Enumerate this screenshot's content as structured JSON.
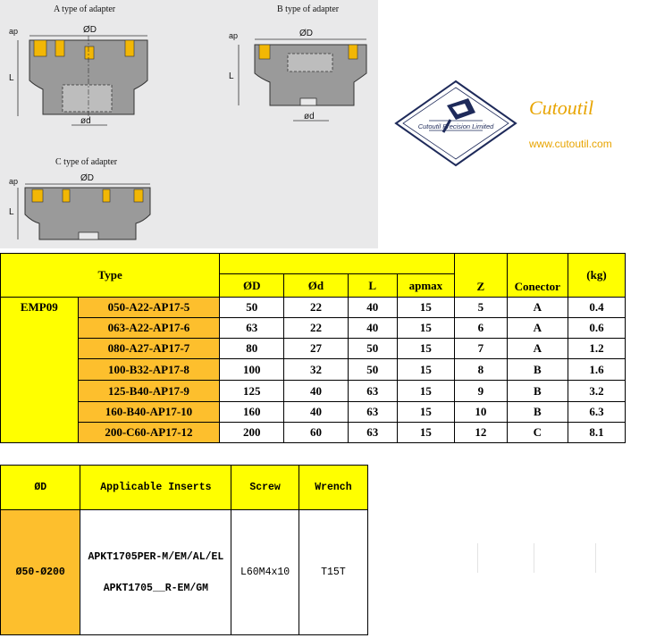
{
  "drawings": {
    "a_title": "A type of adapter",
    "b_title": "B type of adapter",
    "c_title": "C type of adapter",
    "label_ap": "ap",
    "label_D": "ØD",
    "label_d": "ød",
    "label_L": "L"
  },
  "logo": {
    "ring_text": "Cutoutil Precision Limited",
    "brand": "Cutoutil",
    "website": "www.cutoutil.com",
    "accent_color": "#e8a400"
  },
  "spec_table": {
    "type_header": "Type",
    "columns": [
      "ØD",
      "Ød",
      "L",
      "apmax",
      "Z",
      "Conector",
      "(kg)"
    ],
    "series": "EMP09",
    "rows": [
      {
        "code": "050-A22-AP17-5",
        "D": "50",
        "d": "22",
        "L": "40",
        "apmax": "15",
        "Z": "5",
        "conector": "A",
        "kg": "0.4"
      },
      {
        "code": "063-A22-AP17-6",
        "D": "63",
        "d": "22",
        "L": "40",
        "apmax": "15",
        "Z": "6",
        "conector": "A",
        "kg": "0.6"
      },
      {
        "code": "080-A27-AP17-7",
        "D": "80",
        "d": "27",
        "L": "50",
        "apmax": "15",
        "Z": "7",
        "conector": "A",
        "kg": "1.2"
      },
      {
        "code": "100-B32-AP17-8",
        "D": "100",
        "d": "32",
        "L": "50",
        "apmax": "15",
        "Z": "8",
        "conector": "B",
        "kg": "1.6"
      },
      {
        "code": "125-B40-AP17-9",
        "D": "125",
        "d": "40",
        "L": "63",
        "apmax": "15",
        "Z": "9",
        "conector": "B",
        "kg": "3.2"
      },
      {
        "code": "160-B40-AP17-10",
        "D": "160",
        "d": "40",
        "L": "63",
        "apmax": "15",
        "Z": "10",
        "conector": "B",
        "kg": "6.3"
      },
      {
        "code": "200-C60-AP17-12",
        "D": "200",
        "d": "60",
        "L": "63",
        "apmax": "15",
        "Z": "12",
        "conector": "C",
        "kg": "8.1"
      }
    ]
  },
  "insert_table": {
    "headers": {
      "od": "ØD",
      "inserts": "Applicable Inserts",
      "screw": "Screw",
      "wrench": "Wrench"
    },
    "range": "Ø50-Ø200",
    "inserts_line1": "APKT1705PER-M/EM/AL/EL",
    "inserts_line2": "APKT1705__R-EM/GM",
    "screw": "L60M4x10",
    "wrench": "T15T"
  },
  "colors": {
    "header_yellow": "#ffff00",
    "code_orange": "#fdbf2d",
    "drawing_bg": "#e9e9ea",
    "insert_gold": "#f2b705"
  }
}
